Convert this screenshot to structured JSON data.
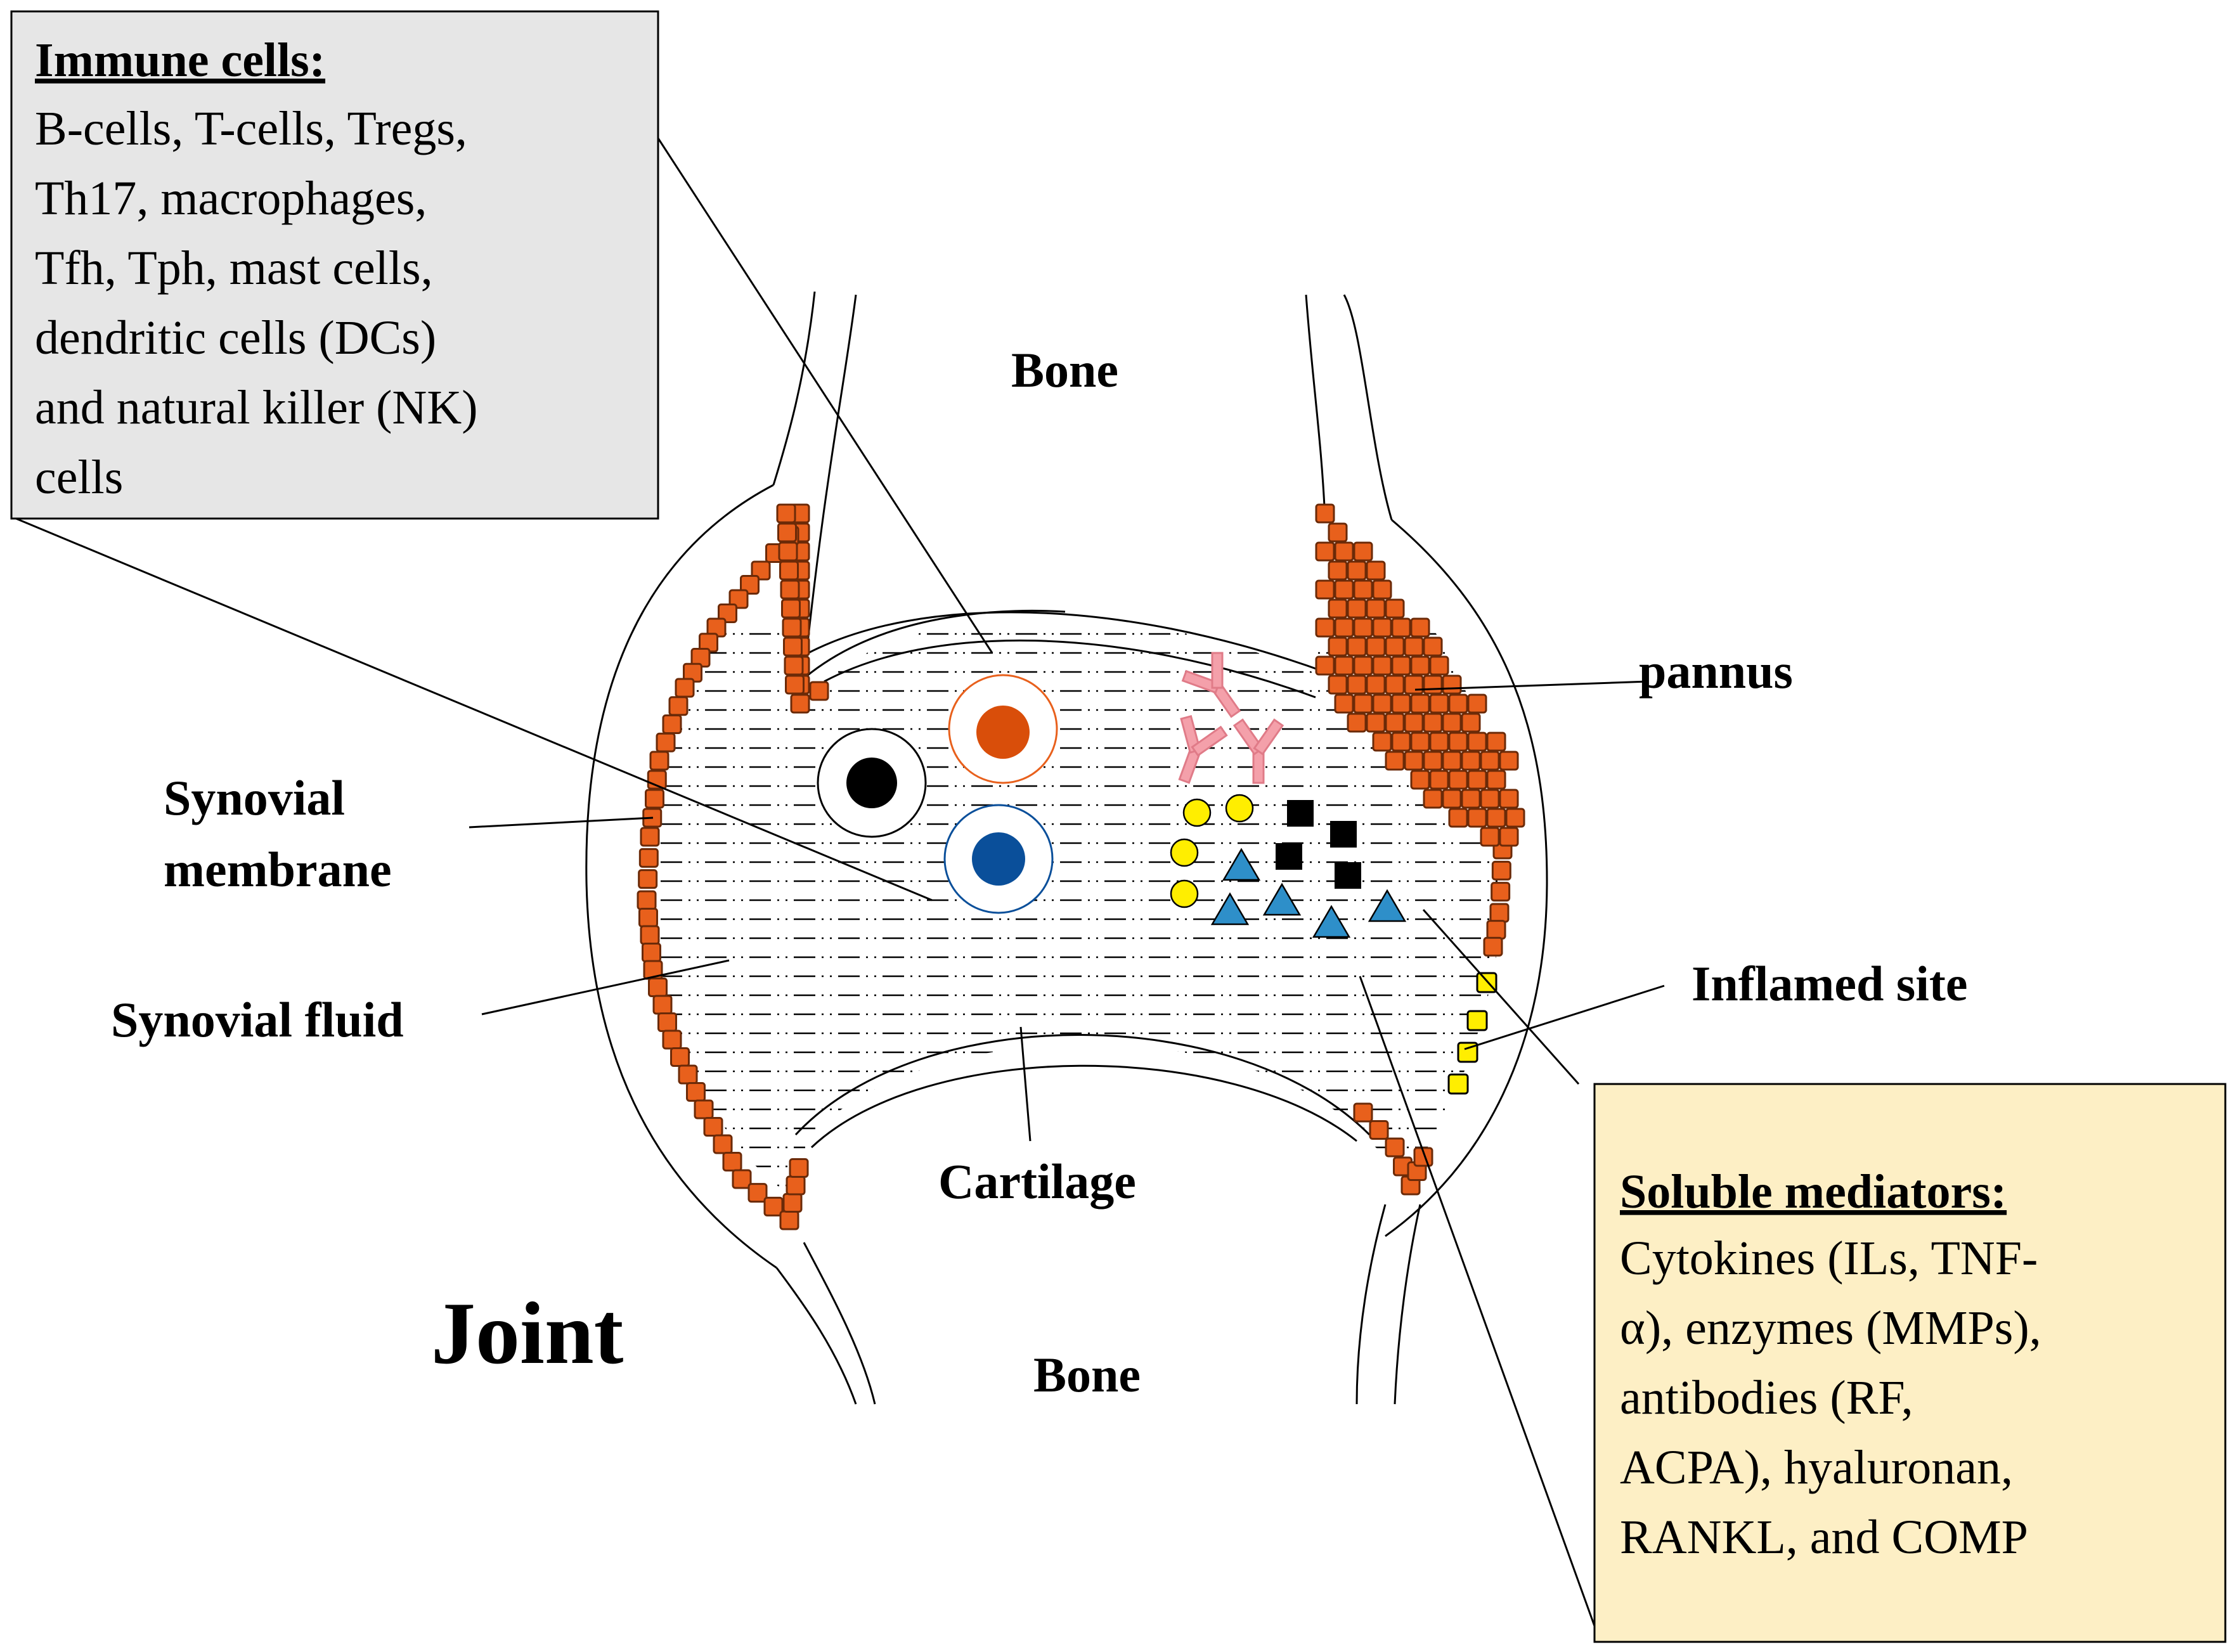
{
  "colors": {
    "pannus": "#e8601c",
    "pannus_stroke": "#6b2a08",
    "inflamed": "#ffee00",
    "immune_box_bg": "#e6e6e6",
    "mediator_box_bg": "#fdefc5",
    "cell_orange": "#d94e0a",
    "cell_blue": "#0a4f9a",
    "cell_black": "#000000",
    "triangle_blue": "#2e8fc9",
    "yellow_dot": "#ffee00",
    "antibody_pink": "#f4a0aa"
  },
  "labels": {
    "bone_top": "Bone",
    "bone_bottom": "Bone",
    "pannus": "pannus",
    "synovial_membrane_1": "Synovial",
    "synovial_membrane_2": "membrane",
    "synovial_fluid": "Synovial fluid",
    "inflamed_site": "Inflamed site",
    "cartilage": "Cartilage",
    "joint": "Joint"
  },
  "immune_box": {
    "title": "Immune cells:",
    "lines": [
      "B-cells, T-cells, Tregs,",
      "Th17, macrophages,",
      "Tfh, Tph, mast cells,",
      "dendritic cells (DCs)",
      "and natural killer  (NK)",
      "cells"
    ]
  },
  "mediator_box": {
    "title": "Soluble mediators:",
    "lines": [
      "Cytokines (ILs, TNF-",
      "α), enzymes (MMPs),",
      "antibodies (RF,",
      "ACPA), hyaluronan,",
      "RANKL, and COMP"
    ]
  }
}
